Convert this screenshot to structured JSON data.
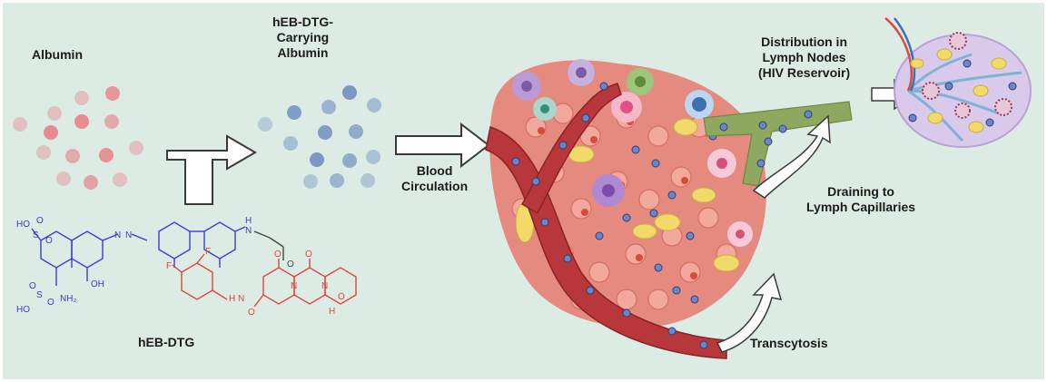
{
  "labels": {
    "albumin": "Albumin",
    "carrying_line1": "hEB-DTG-",
    "carrying_line2": "Carrying",
    "carrying_line3": "Albumin",
    "blood_line1": "Blood",
    "blood_line2": "Circulation",
    "distribution_line1": "Distribution in",
    "distribution_line2": "Lymph Nodes",
    "distribution_line3": "(HIV Reservoir)",
    "draining_line1": "Draining to",
    "draining_line2": "Lymph Capillaries",
    "transcytosis": "Transcytosis",
    "drug_name": "hEB-DTG"
  },
  "molecule": {
    "ho_top": "HO",
    "so2_top": "S",
    "o_top1": "O",
    "o_top2": "O",
    "azo_n1": "N",
    "azo_n2": "N",
    "nh_linker": "H",
    "n_linker": "N",
    "oh_label": "OH",
    "nh2_label": "NH₂",
    "so3_s": "S",
    "ho_bottom": "HO",
    "o_bottom1": "O",
    "o_bottom2": "O",
    "f1": "F",
    "f2": "F",
    "h_amide": "H",
    "n_amide": "N",
    "o_ester": "O",
    "o_carbonyl": "O",
    "o_ring1": "O",
    "o_ring2": "O",
    "n_ring1": "N",
    "n_ring2": "N",
    "o_morph": "O",
    "h_chiral": "H"
  },
  "colors": {
    "background": "#dcece5",
    "albumin": "#e8737a",
    "carrying_albumin": "#6f8fbf",
    "arrow_fill": "#ffffff",
    "arrow_stroke": "#3a3a3a",
    "blue_chem": "#3b3bd6",
    "red_chem": "#e0443a",
    "linker_chem": "#444444",
    "tissue": "#e58a7e",
    "vessel": "#b8373a",
    "lymph_vessel": "#8fa860",
    "lymph_node": "#d9c9ea"
  }
}
